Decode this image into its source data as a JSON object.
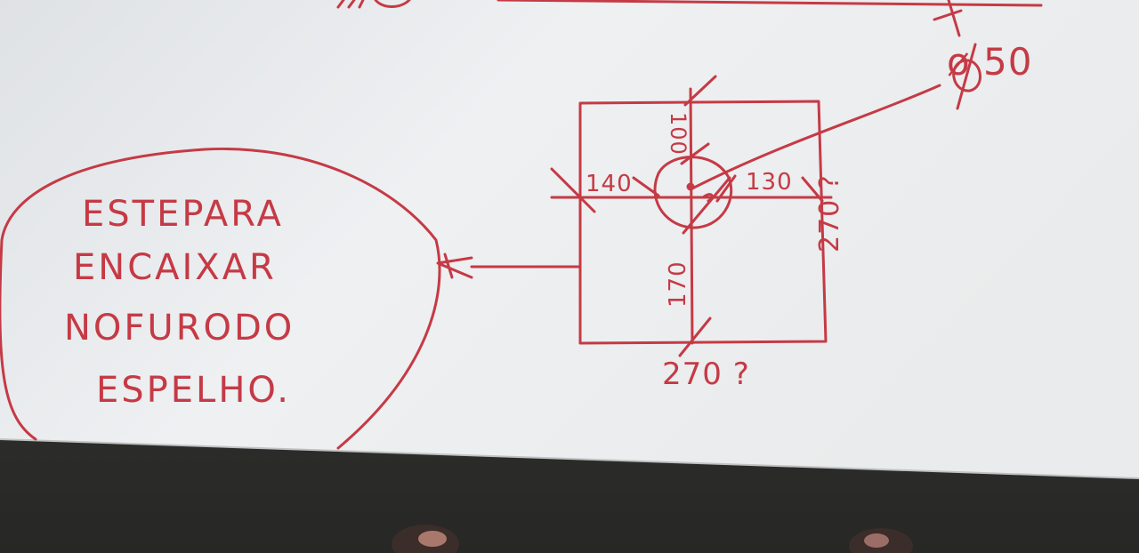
{
  "colors": {
    "ink": "#c53a45",
    "paper": "#eceef0",
    "floor": "#363633"
  },
  "note": {
    "lines": [
      "ESTEPARA",
      "ENCAIXAR",
      "NOFURODO",
      "ESPELHO."
    ]
  },
  "drawing": {
    "hole_diameter_label": "ø 50",
    "top_dimension": "100",
    "left_dimension": "140",
    "right_dimension": "130",
    "bottom_dimension": "170",
    "width_label": "270 ?",
    "height_label": "270 ?"
  },
  "scribble_top": "N / \\"
}
